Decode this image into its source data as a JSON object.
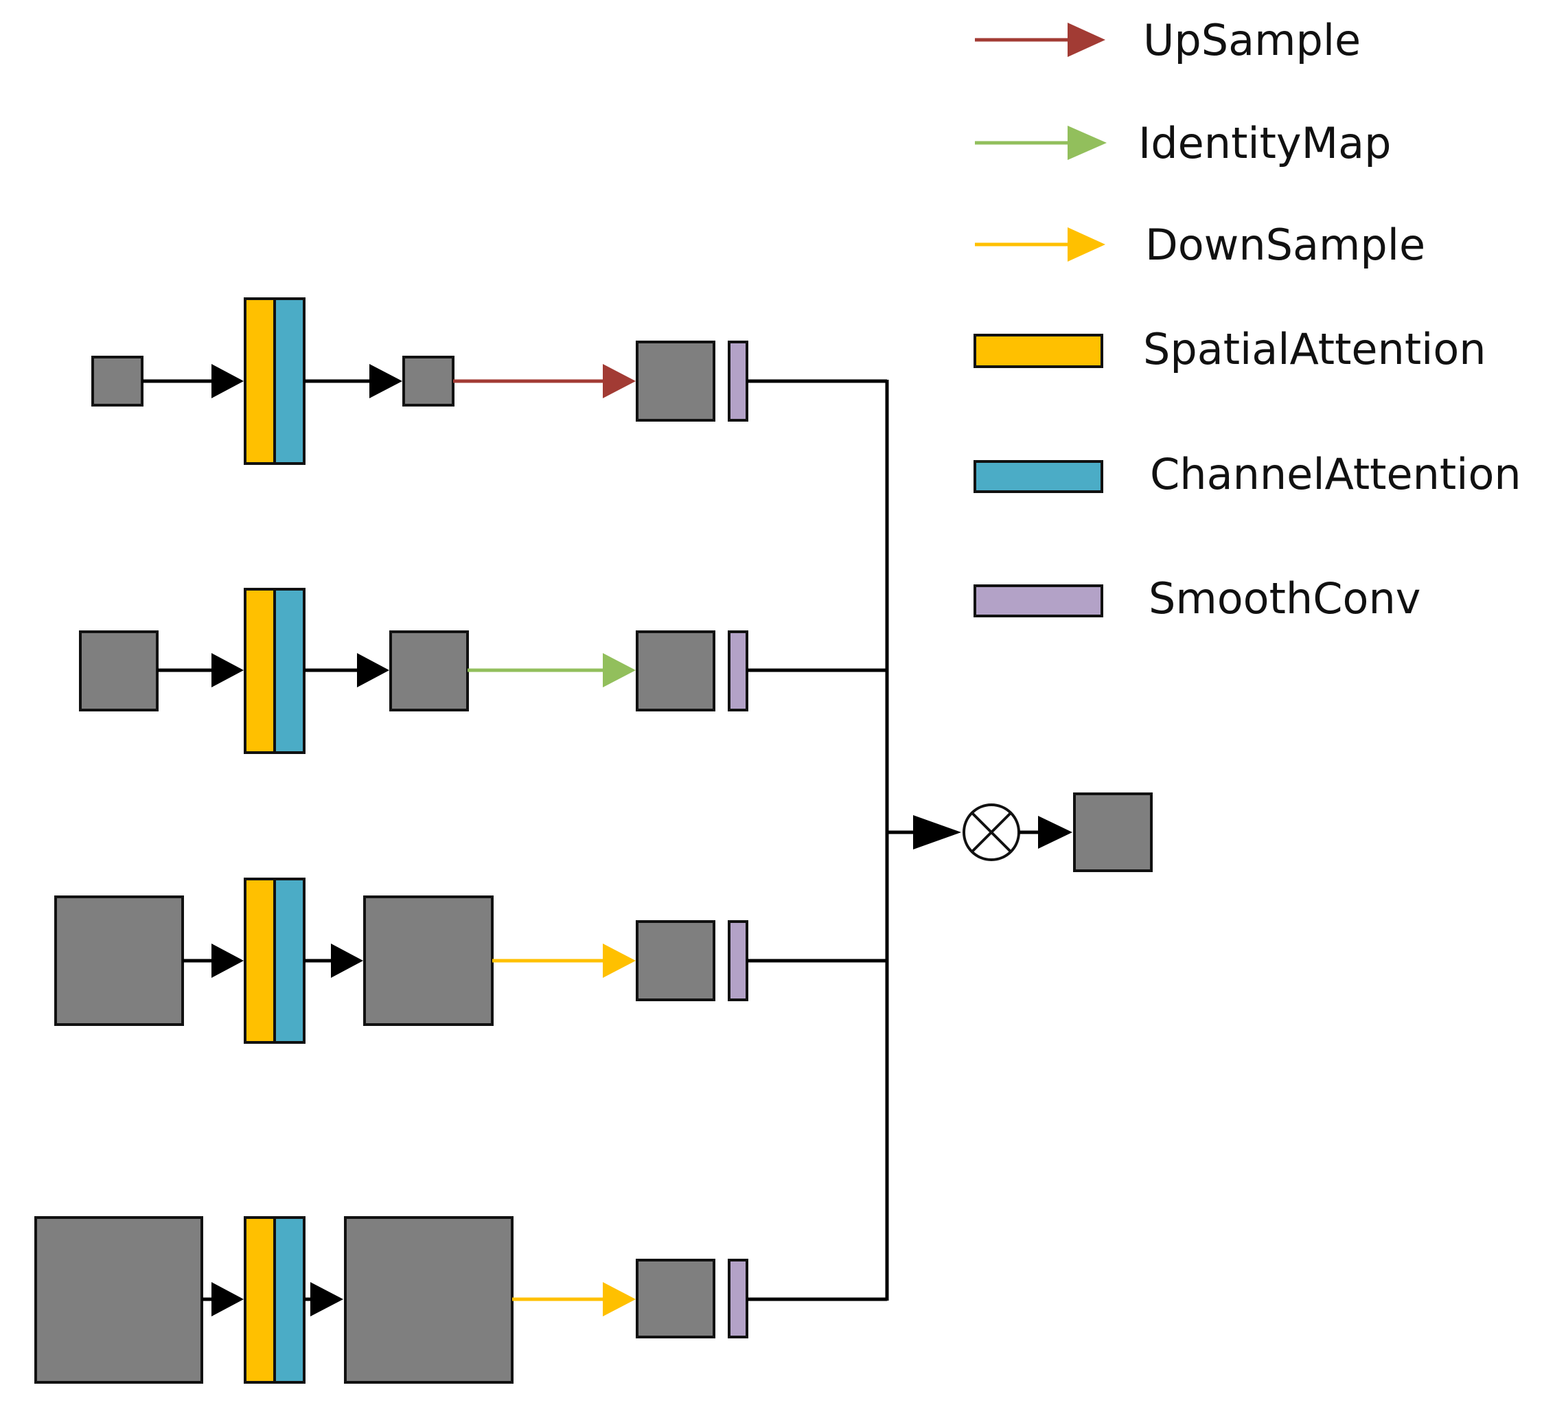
{
  "colors": {
    "upsample": "#A23B34",
    "identitymap": "#92BF5C",
    "downsample": "#FFC000",
    "spatial_attention": "#FFC000",
    "channel_attention": "#4BACC6",
    "smooth_conv": "#B3A2C7",
    "feature_map": "#7F7F7F",
    "connector": "#000000"
  },
  "legend": [
    {
      "key": "upsample",
      "label": "UpSample",
      "kind": "arrow"
    },
    {
      "key": "identitymap",
      "label": "IdentityMap",
      "kind": "arrow"
    },
    {
      "key": "downsample",
      "label": "DownSample",
      "kind": "arrow"
    },
    {
      "key": "spatial_attention",
      "label": "SpatialAttention",
      "kind": "bar"
    },
    {
      "key": "channel_attention",
      "label": "ChannelAttention",
      "kind": "bar"
    },
    {
      "key": "smooth_conv",
      "label": "SmoothConv",
      "kind": "bar"
    }
  ],
  "branches": [
    {
      "name": "branch-1",
      "transition": "upsample"
    },
    {
      "name": "branch-2",
      "transition": "identitymap"
    },
    {
      "name": "branch-3",
      "transition": "downsample"
    },
    {
      "name": "branch-4",
      "transition": "downsample"
    }
  ],
  "fusion": {
    "operator": "⊗",
    "operator_icon": "circled-times-icon"
  }
}
